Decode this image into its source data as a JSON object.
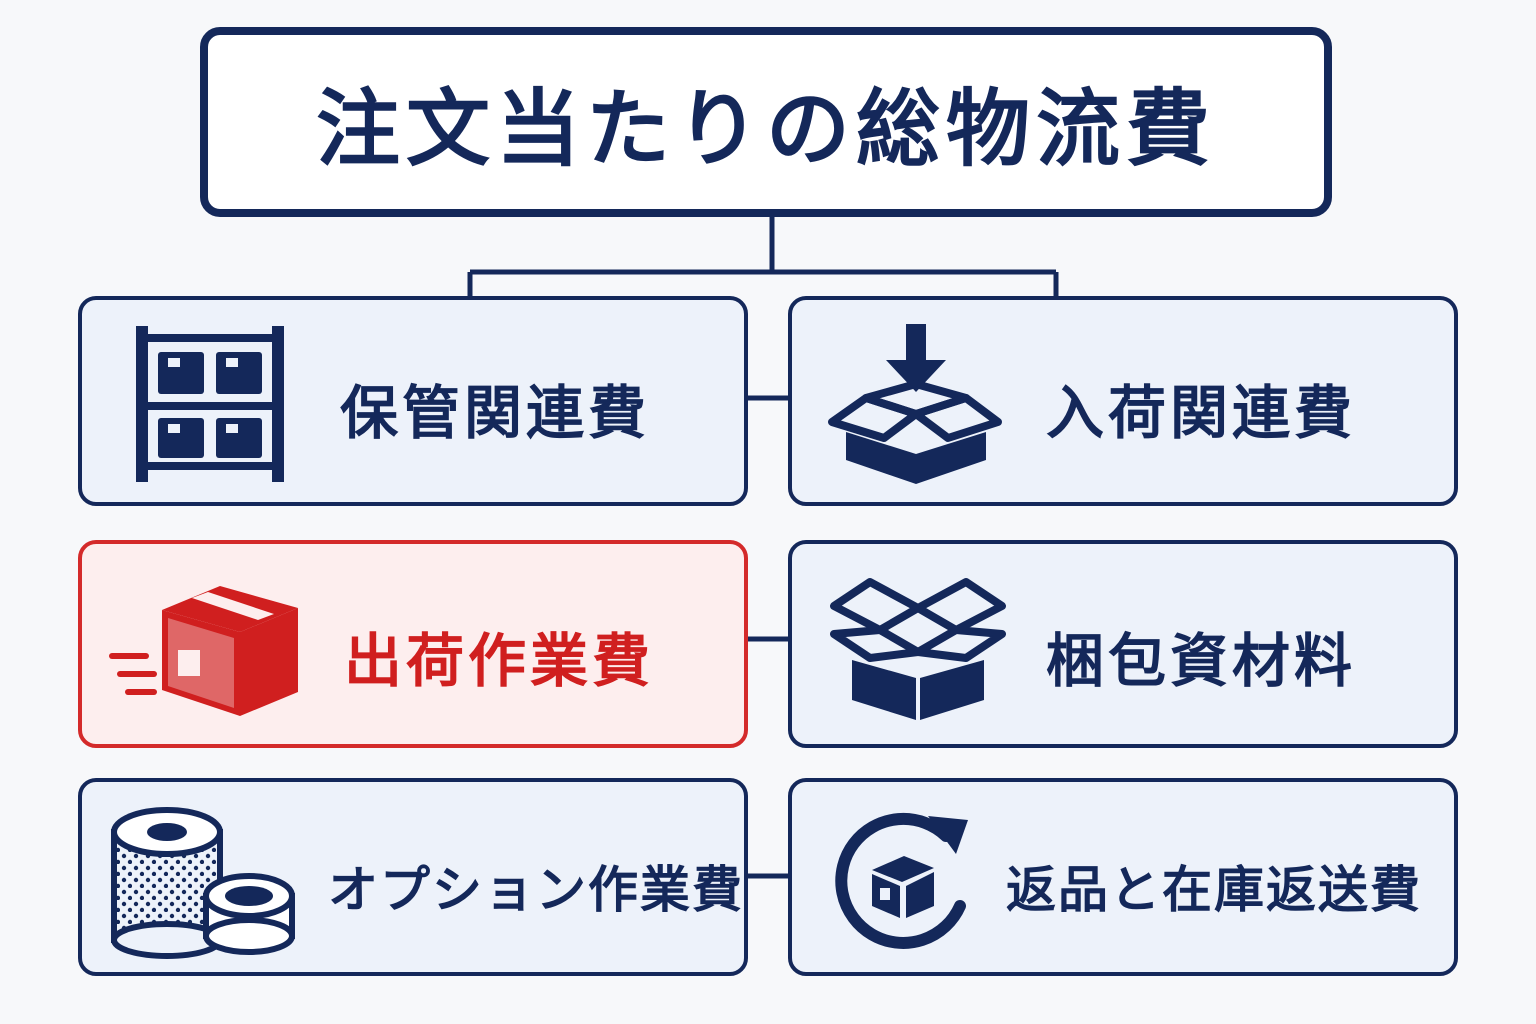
{
  "title": "注文当たりの総物流費",
  "colors": {
    "navy": "#14285a",
    "red": "#d01f1f",
    "card_bg": "#edf2fa",
    "highlight_bg": "#fdeeee"
  },
  "items": [
    {
      "key": "storage",
      "label": "保管関連費",
      "icon": "shelf-icon",
      "highlight": false
    },
    {
      "key": "inbound",
      "label": "入荷関連費",
      "icon": "inbound-box-icon",
      "highlight": false
    },
    {
      "key": "shipping",
      "label": "出荷作業費",
      "icon": "shipping-box-icon",
      "highlight": true
    },
    {
      "key": "packing",
      "label": "梱包資材料",
      "icon": "open-box-icon",
      "highlight": false
    },
    {
      "key": "option",
      "label": "オプション作業費",
      "icon": "tape-rolls-icon",
      "highlight": false
    },
    {
      "key": "returns",
      "label": "返品と在庫返送費",
      "icon": "return-cycle-icon",
      "highlight": false
    }
  ]
}
